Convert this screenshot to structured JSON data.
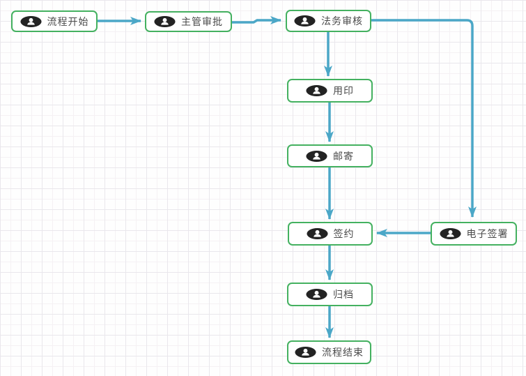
{
  "diagram": {
    "type": "flowchart",
    "colors": {
      "edge": "#4BA7C7",
      "node_border": "#44B160",
      "node_background": "#ffffff",
      "icon_background": "#232323",
      "icon_glyph": "#ffffff",
      "label_text": "#4a4a4a",
      "grid_major": "#e9e7ec",
      "grid_minor": "#f5f1f4"
    },
    "nodes": [
      {
        "id": "process-start",
        "label": "流程开始",
        "icon": "user-icon"
      },
      {
        "id": "supervisor-approval",
        "label": "主管审批",
        "icon": "user-icon"
      },
      {
        "id": "legal-review",
        "label": "法务审核",
        "icon": "user-icon"
      },
      {
        "id": "seal",
        "label": "用印",
        "icon": "user-icon"
      },
      {
        "id": "mail",
        "label": "邮寄",
        "icon": "user-icon"
      },
      {
        "id": "sign-contract",
        "label": "签约",
        "icon": "user-icon"
      },
      {
        "id": "e-signature",
        "label": "电子签署",
        "icon": "user-icon"
      },
      {
        "id": "archive",
        "label": "归档",
        "icon": "user-icon"
      },
      {
        "id": "process-end",
        "label": "流程结束",
        "icon": "user-icon"
      }
    ],
    "edges": [
      {
        "from": "流程开始",
        "to": "主管审批"
      },
      {
        "from": "主管审批",
        "to": "法务审核"
      },
      {
        "from": "法务审核",
        "to": "用印"
      },
      {
        "from": "法务审核",
        "to": "电子签署"
      },
      {
        "from": "用印",
        "to": "邮寄"
      },
      {
        "from": "邮寄",
        "to": "签约"
      },
      {
        "from": "电子签署",
        "to": "签约"
      },
      {
        "from": "签约",
        "to": "归档"
      },
      {
        "from": "归档",
        "to": "流程结束"
      }
    ]
  }
}
